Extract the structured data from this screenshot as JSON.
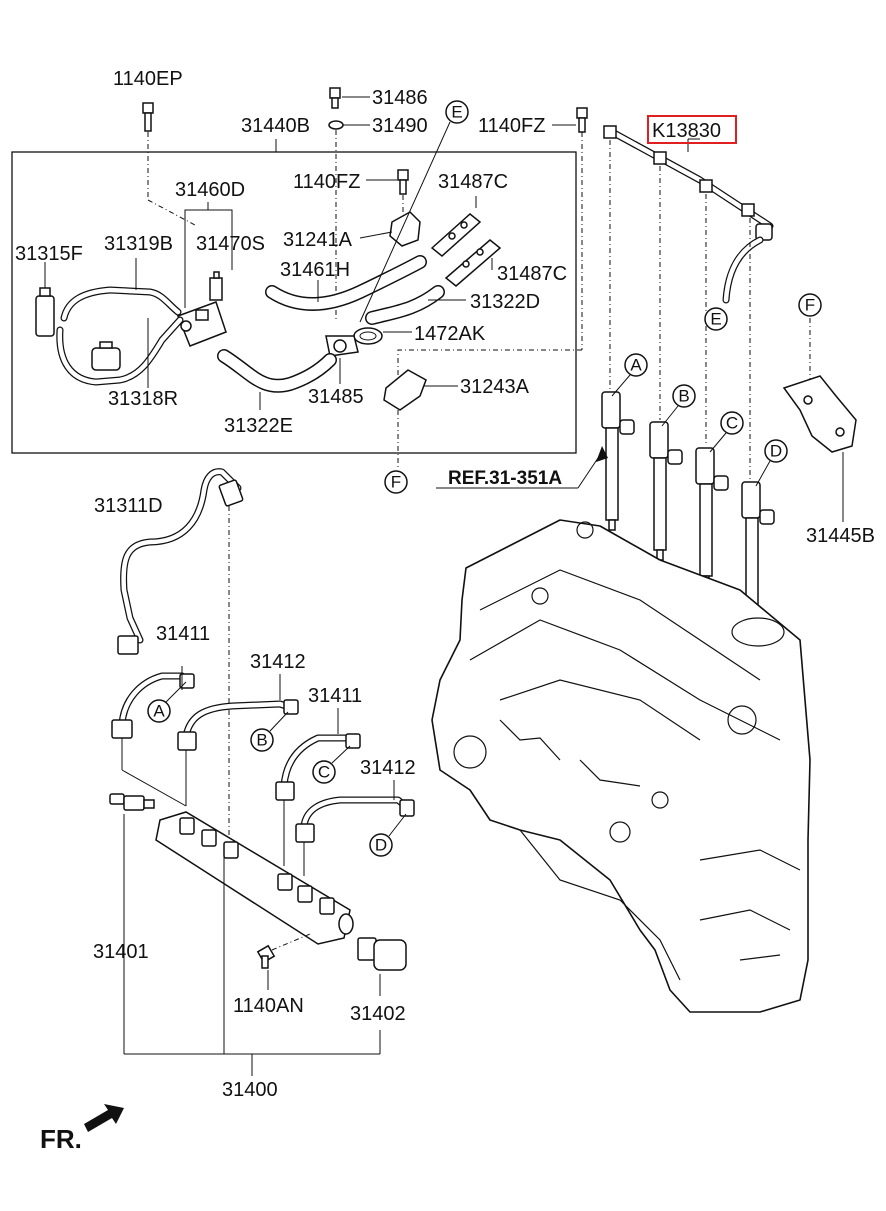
{
  "labels": {
    "p1140EP": "1140EP",
    "p31486": "31486",
    "p31490": "31490",
    "p31440B": "31440B",
    "p1140FZ_top": "1140FZ",
    "pK13830": "K13830",
    "p31460D": "31460D",
    "p1140FZ_inner": "1140FZ",
    "p31487C_a": "31487C",
    "p31315F": "31315F",
    "p31319B": "31319B",
    "p31470S": "31470S",
    "p31241A": "31241A",
    "p31461H": "31461H",
    "p31487C_b": "31487C",
    "p31322D": "31322D",
    "p1472AK": "1472AK",
    "p31318R": "31318R",
    "p31485": "31485",
    "p31243A": "31243A",
    "p31322E": "31322E",
    "ref": "REF.31-351A",
    "p31311D": "31311D",
    "p31445B": "31445B",
    "p31411_a": "31411",
    "p31412_a": "31412",
    "p31411_b": "31411",
    "p31412_b": "31412",
    "p31401": "31401",
    "p1140AN": "1140AN",
    "p31402": "31402",
    "p31400": "31400",
    "fr": "FR."
  },
  "callouts": {
    "E_top": "E",
    "E_rail": "E",
    "F_right": "F",
    "F_bottom": "F",
    "A_inj": "A",
    "B_inj": "B",
    "C_inj": "C",
    "D_inj": "D",
    "A_pipe": "A",
    "B_pipe": "B",
    "C_pipe": "C",
    "D_pipe": "D"
  },
  "colors": {
    "highlight_box": "#e02020",
    "ink": "#111111"
  }
}
